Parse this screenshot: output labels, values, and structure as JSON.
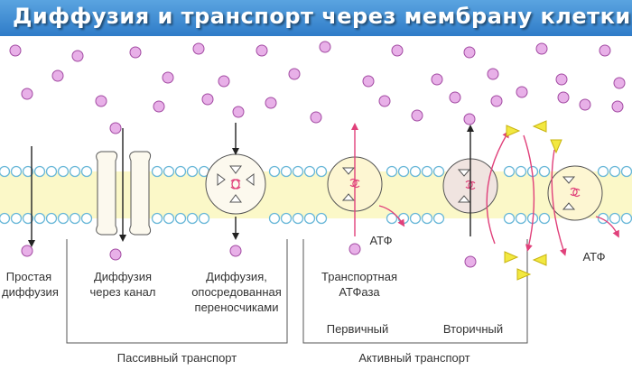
{
  "title": "Диффузия и транспорт через мембрану клетки",
  "labels": {
    "simple": "Простая\nдиффузия",
    "channel": "Диффузия\nчерез канал",
    "carrier": "Диффузия,\nопосредованная\nпереносчиками",
    "atpase": "Транспортная\nАТФаза",
    "atp_primary": "АТФ",
    "atp_secondary": "АТФ",
    "primary": "Первичный",
    "secondary": "Вторичный",
    "passive": "Пассивный транспорт",
    "active": "Активный транспорт"
  },
  "colors": {
    "title_bar": "#3a8bd4",
    "molecule": "#e8b0e8",
    "molecule_stroke": "#a24aa2",
    "membrane_band": "#fbf8c8",
    "lipid_head": "#6ab8d8",
    "arrow_pink": "#e0407a",
    "arrow_dark": "#222222",
    "ion": "#f2e840",
    "protein_fill": "#fdf6d2",
    "protein_fill_secondary": "#f0e4e0"
  }
}
